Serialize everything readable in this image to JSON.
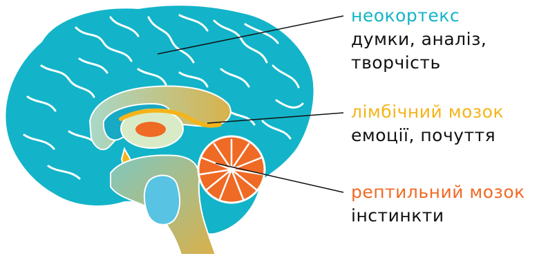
{
  "colors": {
    "neocortex": "#13b4c9",
    "limbic": "#f4b41a",
    "reptilian": "#ef6a24",
    "gradient_start": "#8fcfc4",
    "gradient_end": "#d2b04c",
    "brain_outline": "#ffffff",
    "ventricle": "#58c3e3",
    "text": "#111111"
  },
  "labels": {
    "neocortex": {
      "title": "неокортекс",
      "desc_line1": "думки, аналіз,",
      "desc_line2": "творчість"
    },
    "limbic": {
      "title": "лімбічний мозок",
      "desc_line1": "емоції, почуття"
    },
    "reptilian": {
      "title": "рептильний мозок",
      "desc_line1": "інстинкти"
    }
  }
}
